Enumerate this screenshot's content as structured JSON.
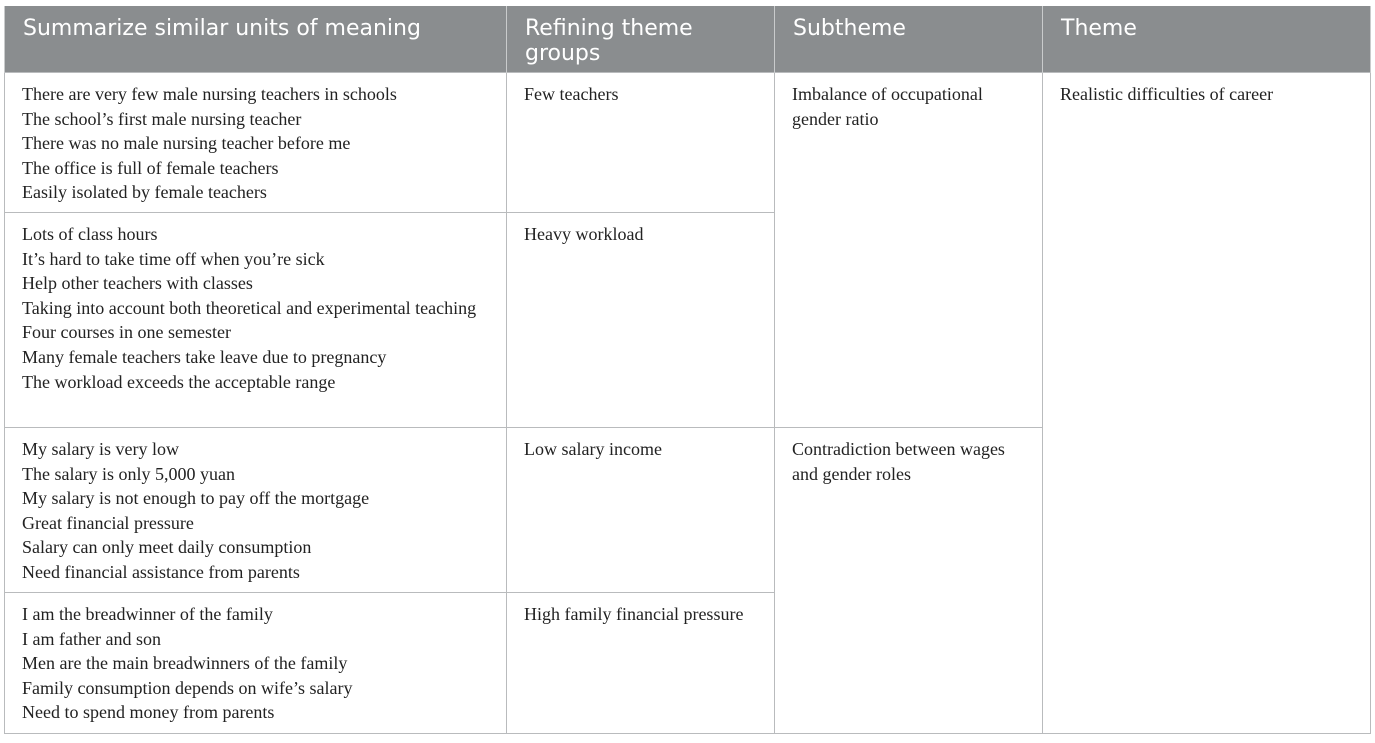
{
  "table": {
    "headers": [
      "Summarize similar units of meaning",
      "Refining theme groups",
      "Subtheme",
      "Theme"
    ],
    "groups": [
      {
        "units": [
          "There are very few male nursing teachers in schools",
          "The school’s first male nursing teacher",
          "There was no male nursing teacher before me",
          "The office is full of female teachers",
          "Easily isolated by female teachers"
        ],
        "theme_group": "Few teachers"
      },
      {
        "units": [
          "Lots of class hours",
          "It’s hard to take time off when you’re sick",
          "Help other teachers with classes",
          "Taking into account both theoretical and experimental teaching",
          "Four courses in one semester",
          "Many female teachers take leave due to pregnancy",
          "The workload exceeds the acceptable range"
        ],
        "theme_group": "Heavy workload"
      },
      {
        "units": [
          "My salary is very low",
          "The salary is only 5,000 yuan",
          "My salary is not enough to pay off the mortgage",
          "Great financial pressure",
          "Salary can only meet daily consumption",
          "Need financial assistance from parents"
        ],
        "theme_group": "Low salary income"
      },
      {
        "units": [
          "I am the breadwinner of the family",
          "I am father and son",
          "Men are the main breadwinners of the family",
          "Family consumption depends on wife’s salary",
          "Need to spend money from parents"
        ],
        "theme_group": "High family financial pressure"
      }
    ],
    "subthemes": [
      "Imbalance of occupational gender ratio",
      "Contradiction between wages and gender roles"
    ],
    "theme": "Realistic difficulties of career"
  }
}
